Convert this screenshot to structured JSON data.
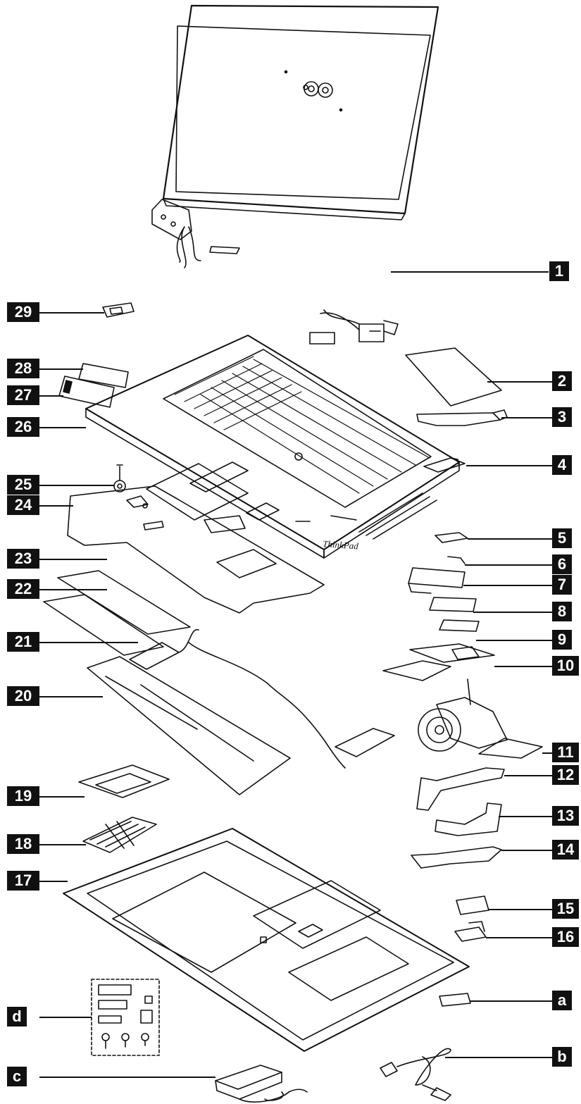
{
  "diagram": {
    "brand_mark": "ThinkPad",
    "callouts": {
      "c1": "1",
      "c2": "2",
      "c3": "3",
      "c4": "4",
      "c5": "5",
      "c6": "6",
      "c7": "7",
      "c8": "8",
      "c9": "9",
      "c10": "10",
      "c11": "11",
      "c12": "12",
      "c13": "13",
      "c14": "14",
      "c15": "15",
      "c16": "16",
      "c17": "17",
      "c18": "18",
      "c19": "19",
      "c20": "20",
      "c21": "21",
      "c22": "22",
      "c23": "23",
      "c24": "24",
      "c25": "25",
      "c26": "26",
      "c27": "27",
      "c28": "28",
      "c29": "29",
      "ca": "a",
      "cb": "b",
      "cc": "c",
      "cd": "d"
    }
  }
}
